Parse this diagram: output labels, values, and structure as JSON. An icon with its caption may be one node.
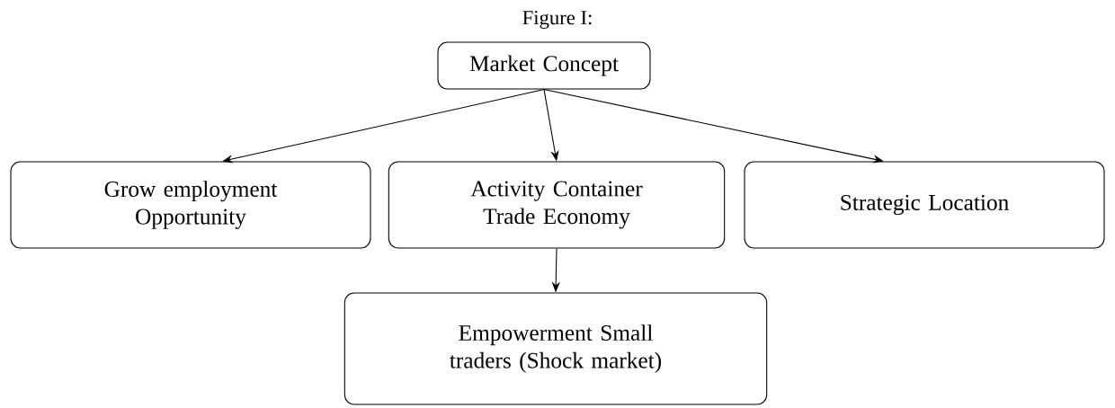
{
  "diagram": {
    "title": "Figure I:",
    "nodes": [
      {
        "text": [
          "Market Concept"
        ]
      },
      {
        "text": [
          "Grow employment Opportunity"
        ]
      },
      {
        "text": [
          "Activity Container Trade Economy"
        ]
      },
      {
        "text": [
          "Strategic Location"
        ]
      },
      {
        "text": [
          "Empowerment Small traders (Shock market)"
        ]
      }
    ],
    "edges": [
      {
        "from": 0,
        "to": 1,
        "arrow": "to"
      },
      {
        "from": 0,
        "to": 2,
        "arrow": "to"
      },
      {
        "from": 0,
        "to": 3,
        "arrow": "to"
      },
      {
        "from": 2,
        "to": 4,
        "arrow": "to"
      }
    ]
  }
}
